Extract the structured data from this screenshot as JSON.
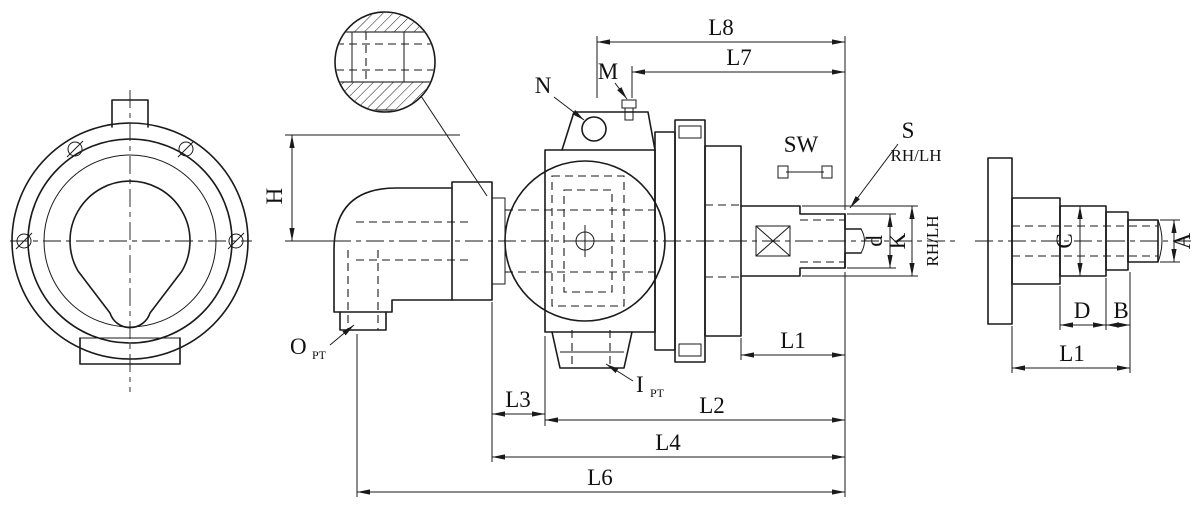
{
  "labels": {
    "l8": "L8",
    "l7": "L7",
    "n": "N",
    "m": "M",
    "h": "H",
    "sw": "SW",
    "s": "S",
    "rh_lh_leader": "RH/LH",
    "rh_lh_axis": "RH/LH",
    "d_small": "d",
    "k": "K",
    "o": "O",
    "o_sub": "PT",
    "i": "I",
    "i_sub": "PT",
    "l3": "L3",
    "l1": "L1",
    "l2": "L2",
    "l4": "L4",
    "l6": "L6",
    "c": "C",
    "a": "A",
    "d_cap": "D",
    "b": "B",
    "l1_end": "L1"
  },
  "colors": {
    "line": "#1a1a1a",
    "background": "#ffffff"
  }
}
